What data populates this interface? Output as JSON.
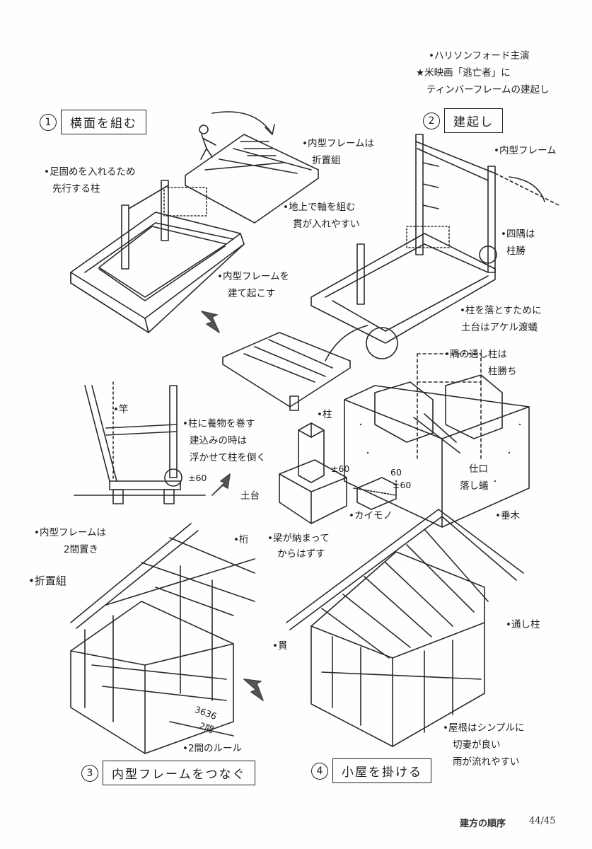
{
  "top_note": {
    "line1": "•ハリソンフォード主演",
    "line2": "★米映画「逃亡者」に",
    "line3": "ティンバーフレームの建起し"
  },
  "steps": [
    {
      "num": "1",
      "label": "横面を組む"
    },
    {
      "num": "2",
      "label": "建起し"
    },
    {
      "num": "3",
      "label": "内型フレームをつなぐ"
    },
    {
      "num": "4",
      "label": "小屋を掛ける"
    }
  ],
  "annotations": {
    "a1": "•足固めを入れるため",
    "a1b": "先行する柱",
    "a2": "•内型フレームは",
    "a2b": "折置組",
    "a3": "•地上で軸を組む",
    "a3b": "貫が入れやすい",
    "a4": "•内型フレームを",
    "a4b": "建て起こす",
    "a5": "•内型フレーム",
    "a6": "•四隅は",
    "a6b": "柱勝",
    "a7": "•柱を落とすために",
    "a7b": "土台はアケル渡蟻",
    "a8": "•隅の通し柱は",
    "a8b": "柱勝ち",
    "a9": "•竿",
    "a10": "•柱に養物を巻す",
    "a10b": "建込みの時は",
    "a10c": "浮かせて柱を倒く",
    "a11": "•柱",
    "a12": "土台",
    "a13": "•カイモノ",
    "a14": "•梁が納まって",
    "a14b": "からはずす",
    "a15": "仕口",
    "a15b": "落し蟻",
    "a16": "•内型フレームは",
    "a16b": "2間置き",
    "a17": "•折置組",
    "a18": "•桁",
    "a19": "•垂木",
    "a20": "•通し柱",
    "a21": "•貫",
    "a22": "•2間のルール",
    "a23": "•屋根はシンプルに",
    "a23b": "切妻が良い",
    "a23c": "雨が流れやすい"
  },
  "dimensions": {
    "d1": "±60",
    "d2": "±60",
    "d3": "60",
    "d4": "±60",
    "d5": "3636",
    "d6": "2間"
  },
  "footer": {
    "title": "建方の順序",
    "page": "44/45"
  }
}
